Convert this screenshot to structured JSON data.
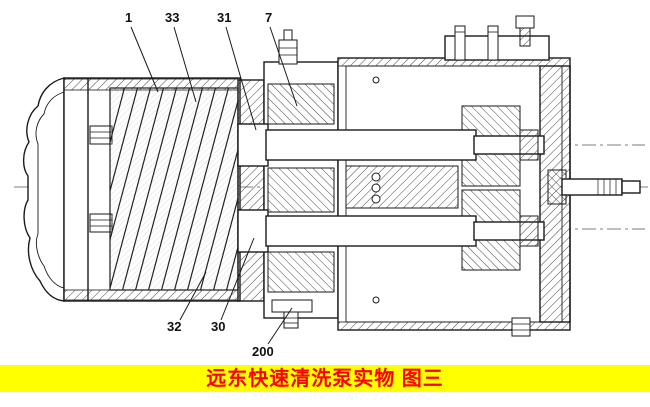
{
  "figure": {
    "caption": "远东快速清洗泵实物 图三",
    "type_note": "pump cross-section technical drawing"
  },
  "colors": {
    "banner_bg": "#ffff00",
    "caption_text": "#ff0000",
    "drawing_line": "#1a1a1a",
    "background": "#ffffff"
  },
  "labels": {
    "top": [
      {
        "id": "part-1",
        "text": "1"
      },
      {
        "id": "part-33",
        "text": "33"
      },
      {
        "id": "part-31",
        "text": "31"
      },
      {
        "id": "part-7",
        "text": "7"
      }
    ],
    "bottom": [
      {
        "id": "part-32",
        "text": "32"
      },
      {
        "id": "part-30",
        "text": "30"
      },
      {
        "id": "part-200",
        "text": "200"
      }
    ]
  }
}
